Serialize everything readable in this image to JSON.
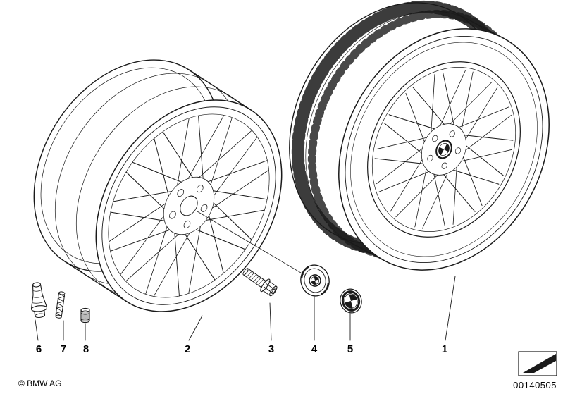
{
  "callouts": {
    "c1": "1",
    "c2": "2",
    "c3": "3",
    "c4": "4",
    "c5": "5",
    "c6": "6",
    "c7": "7",
    "c8": "8"
  },
  "footer": {
    "copyright": "© BMW AG",
    "document_number": "00140505"
  },
  "icons": {
    "direction_arrow": "direction-arrow-icon"
  },
  "colors": {
    "line": "#1a1a1a",
    "background": "#ffffff"
  }
}
